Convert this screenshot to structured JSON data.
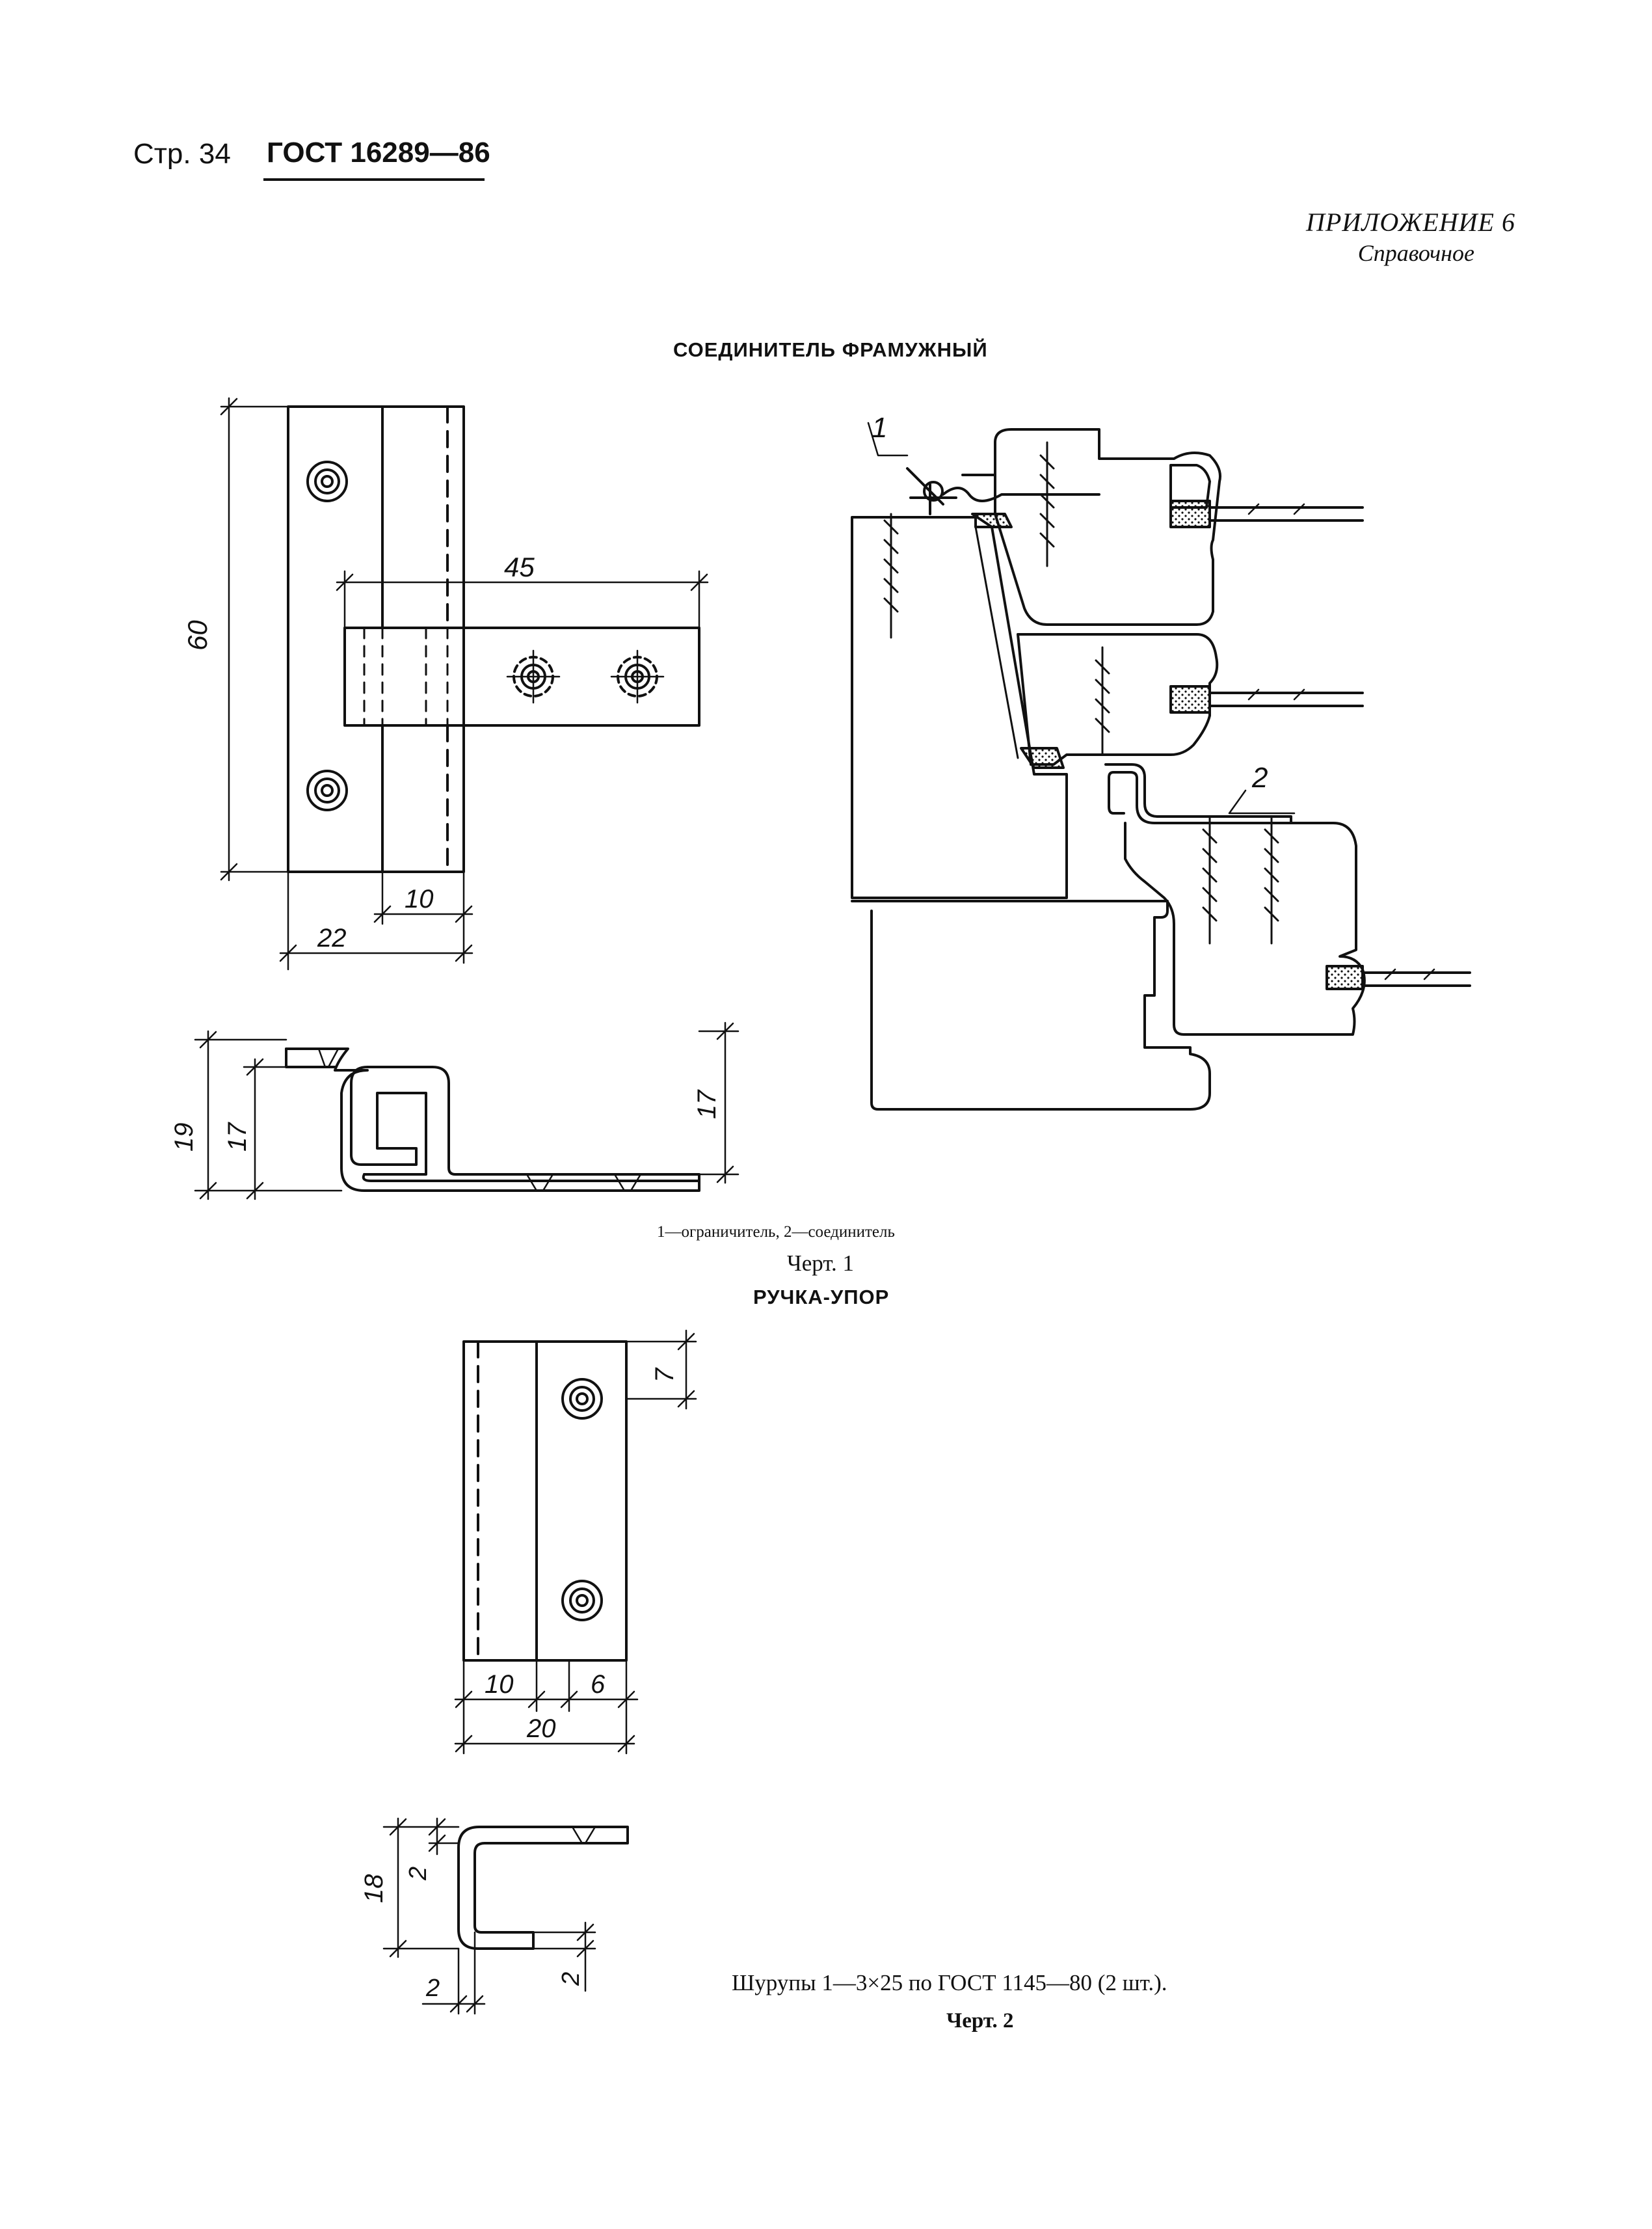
{
  "header": {
    "page_label": "Стр. 34",
    "standard": "ГОСТ 16289—86"
  },
  "appendix": {
    "title": "ПРИЛОЖЕНИЕ 6",
    "subtitle": "Справочное"
  },
  "section1": {
    "title": "СОЕДИНИТЕЛЬ ФРАМУЖНЫЙ",
    "dimensions": {
      "height": "60",
      "length": "45",
      "inner_width": "10",
      "width": "22",
      "side_total": "19",
      "side_inner": "17",
      "side_right": "17"
    },
    "callouts": [
      "1",
      "2"
    ],
    "legend": "1—ограничитель, 2—соединитель",
    "figure_label": "Черт. 1"
  },
  "section2": {
    "title": "РУЧКА-УПОР",
    "dimensions": {
      "top_offset": "7",
      "left_width": "10",
      "right_offset": "6",
      "total_width": "20",
      "height": "18",
      "flange": "2",
      "bottom_left": "2",
      "bottom_right": "2"
    },
    "note": "Шурупы 1—3×25 по ГОСТ 1145—80 (2 шт.).",
    "figure_label": "Черт. 2"
  }
}
